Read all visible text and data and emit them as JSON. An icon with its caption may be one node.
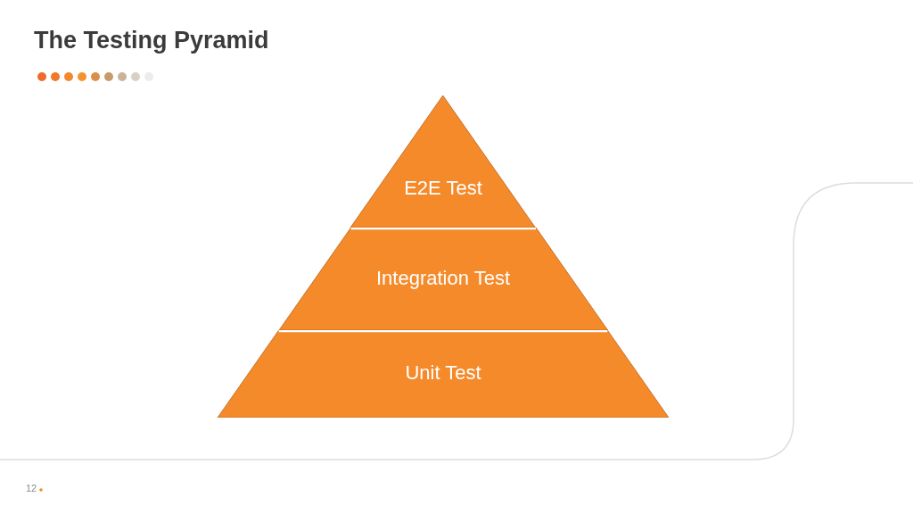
{
  "diagram": {
    "title": "The Testing Pyramid",
    "nodes": [
      {
        "text": [
          "E2E Test"
        ]
      },
      {
        "text": [
          "Integration Test"
        ]
      },
      {
        "text": [
          "Unit Test"
        ]
      }
    ],
    "labels": [
      "12"
    ]
  }
}
